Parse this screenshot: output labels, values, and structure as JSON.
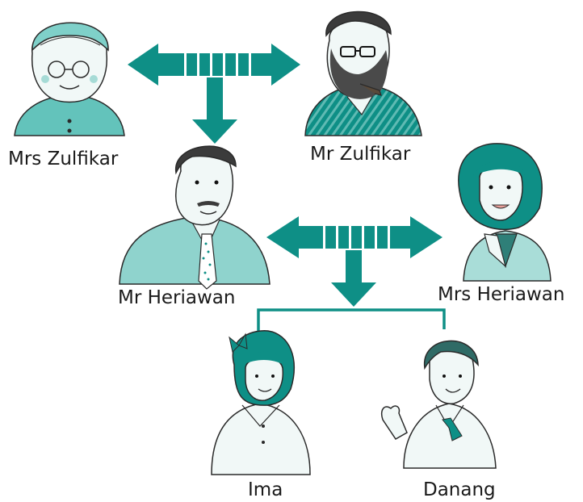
{
  "colors": {
    "accent": "#0e8f86",
    "accent_light": "#8fd3cd",
    "skin": "#f1f8f7",
    "line": "#2a2a2a"
  },
  "people": {
    "grandmother": {
      "name": "Mrs Zulfikar",
      "icon": "grandmother-icon"
    },
    "grandfather": {
      "name": "Mr Zulfikar",
      "icon": "grandfather-icon"
    },
    "father": {
      "name": "Mr Heriawan",
      "icon": "father-icon"
    },
    "mother": {
      "name": "Mrs Heriawan",
      "icon": "mother-icon"
    },
    "daughter": {
      "name": "Ima",
      "icon": "girl-icon"
    },
    "son": {
      "name": "Danang",
      "icon": "boy-icon"
    }
  },
  "connectors": {
    "marriage_arrow": "double-headed-arrow-icon",
    "descent_arrow": "down-arrow-icon",
    "sibling_bracket": "sibling-bracket-line"
  }
}
